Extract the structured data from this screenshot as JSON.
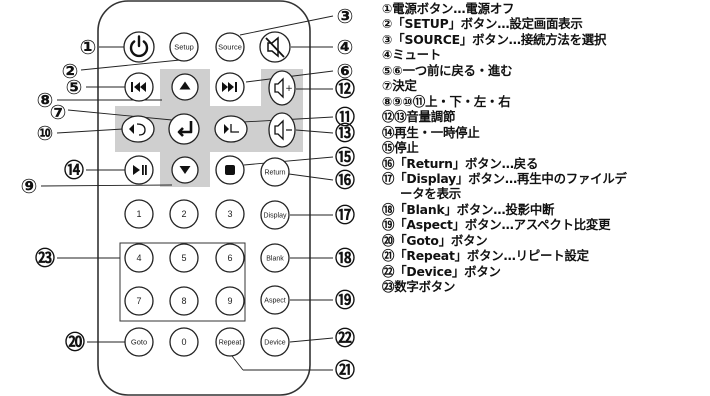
{
  "remote": {
    "buttons": {
      "power": "",
      "setup": "Setup",
      "source": "Source",
      "mute": "",
      "prev": "",
      "up": "",
      "next": "",
      "vol_up": "",
      "left": "",
      "enter": "",
      "right": "",
      "vol_down": "",
      "play_pause": "",
      "down": "",
      "stop": "",
      "return": "Return",
      "display": "Display",
      "blank": "Blank",
      "aspect": "Aspect",
      "goto": "Goto",
      "repeat": "Repeat",
      "device": "Device",
      "digits": [
        "1",
        "2",
        "3",
        "4",
        "5",
        "6",
        "7",
        "8",
        "9",
        "0"
      ]
    },
    "callouts": [
      "①",
      "②",
      "③",
      "④",
      "⑤",
      "⑥",
      "⑦",
      "⑧",
      "⑨",
      "⑩",
      "⑪",
      "⑫",
      "⑬",
      "⑭",
      "⑮",
      "⑯",
      "⑰",
      "⑱",
      "⑲",
      "⑳",
      "㉑",
      "㉒",
      "㉓"
    ]
  },
  "legend": [
    "①電源ボタン…電源オフ",
    "②「SETUP」ボタン…設定画面表示",
    "③「SOURCE」ボタン…接続方法を選択",
    "④ミュート",
    "⑤⑥一つ前に戻る・進む",
    "⑦決定",
    "⑧⑨⑩⑪上・下・左・右",
    "⑫⑬音量調節",
    "⑭再生・一時停止",
    "⑮停止",
    "⑯「Return」ボタン…戻る",
    "⑰「Display」ボタン…再生中のファイルデ",
    "ータを表示",
    "⑱「Blank」ボタン…投影中断",
    "⑲「Aspect」ボタン…アスペクト比変更",
    "⑳「Goto」ボタン",
    "㉑「Repeat」ボタン…リピート設定",
    "㉒「Device」ボタン",
    "㉓数字ボタン"
  ]
}
